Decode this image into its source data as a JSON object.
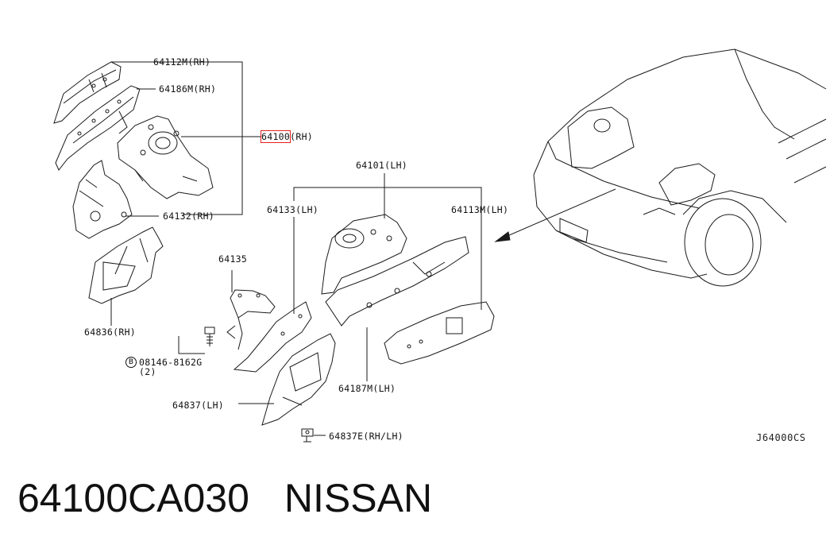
{
  "labels": {
    "p64112m": "64112M(RH)",
    "p64186m": "64186M(RH)",
    "p64100_num": "64100",
    "p64100_side": "(RH)",
    "p64132": "64132(RH)",
    "p64836": "64836(RH)",
    "p64135": "64135",
    "p08146_bolt": "08146-8162G",
    "p08146_qty": "(2)",
    "p64837": "64837(LH)",
    "p64837e": "64837E(RH/LH)",
    "p64101": "64101(LH)",
    "p64133": "64133(LH)",
    "p64113m": "64113M(LH)",
    "p64187m": "64187M(LH)"
  },
  "bolt_symbol": "B",
  "diagram_code": "J64000CS",
  "footer": {
    "part_number": "64100CA030",
    "brand": "NISSAN"
  },
  "colors": {
    "line": "#1a1a1a",
    "highlight": "#e3211c"
  },
  "icons": [
    "car-front-icon",
    "bolt-icon",
    "clip-icon",
    "arrow-icon"
  ]
}
